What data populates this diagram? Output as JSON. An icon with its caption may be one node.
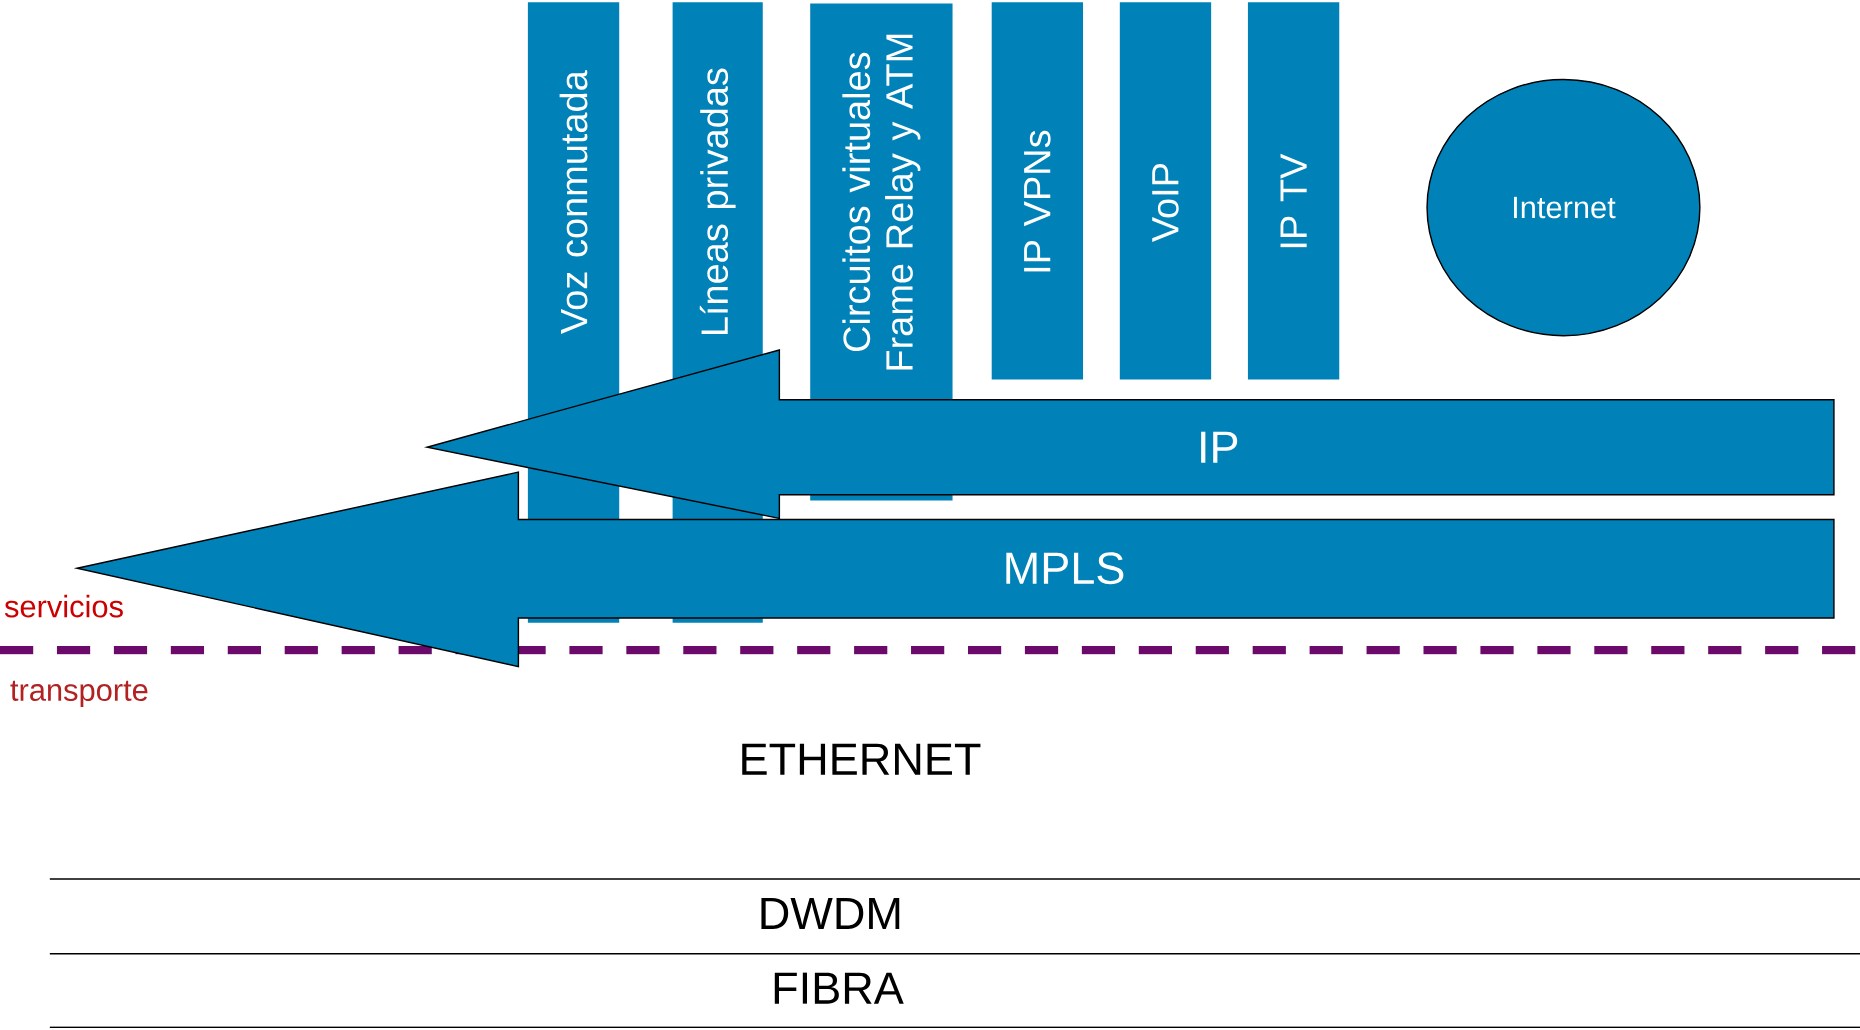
{
  "diagram": {
    "nodes": [
      {
        "text": [
          "Voz conmutada"
        ]
      },
      {
        "text": [
          "Líneas privadas"
        ]
      },
      {
        "text": [
          "Circuitos virtuales Frame Relay y ATM"
        ]
      },
      {
        "text": [
          "IP VPNs"
        ]
      },
      {
        "text": [
          "VoIP"
        ]
      },
      {
        "text": [
          "IP TV"
        ]
      },
      {
        "text": [
          "Internet"
        ]
      },
      {
        "text": [
          "IP"
        ]
      },
      {
        "text": [
          "MPLS"
        ]
      }
    ],
    "labels": [
      "servicios",
      "transporte",
      "ETHERNET",
      "DWDM",
      "FIBRA"
    ]
  }
}
